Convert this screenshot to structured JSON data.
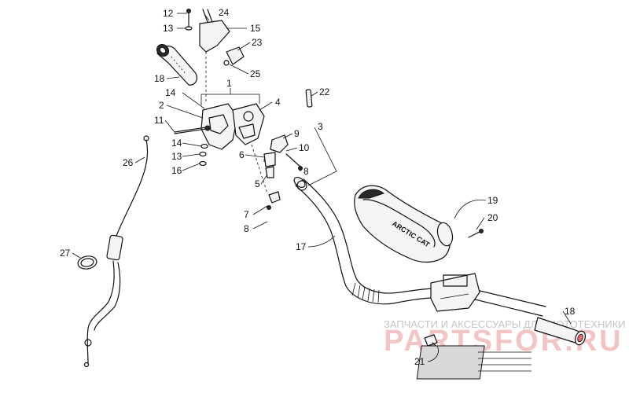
{
  "diagram": {
    "callouts": [
      {
        "id": "12",
        "label": "12"
      },
      {
        "id": "24",
        "label": "24"
      },
      {
        "id": "13a",
        "label": "13"
      },
      {
        "id": "15",
        "label": "15"
      },
      {
        "id": "23",
        "label": "23"
      },
      {
        "id": "25",
        "label": "25"
      },
      {
        "id": "18a",
        "label": "18"
      },
      {
        "id": "1",
        "label": "1"
      },
      {
        "id": "14a",
        "label": "14"
      },
      {
        "id": "2",
        "label": "2"
      },
      {
        "id": "4",
        "label": "4"
      },
      {
        "id": "22",
        "label": "22"
      },
      {
        "id": "3",
        "label": "3"
      },
      {
        "id": "11",
        "label": "11"
      },
      {
        "id": "9",
        "label": "9"
      },
      {
        "id": "14b",
        "label": "14"
      },
      {
        "id": "10",
        "label": "10"
      },
      {
        "id": "13b",
        "label": "13"
      },
      {
        "id": "6",
        "label": "6"
      },
      {
        "id": "16",
        "label": "16"
      },
      {
        "id": "8a",
        "label": "8"
      },
      {
        "id": "26",
        "label": "26"
      },
      {
        "id": "5",
        "label": "5"
      },
      {
        "id": "19",
        "label": "19"
      },
      {
        "id": "20",
        "label": "20"
      },
      {
        "id": "7",
        "label": "7"
      },
      {
        "id": "8b",
        "label": "8"
      },
      {
        "id": "17",
        "label": "17"
      },
      {
        "id": "27",
        "label": "27"
      },
      {
        "id": "18b",
        "label": "18"
      },
      {
        "id": "21",
        "label": "21"
      }
    ],
    "pad_text": "ARCTIC CAT",
    "watermark_line": "ЗАПЧАСТИ И АКСЕССУАРЫ ДЛЯ МОТОТЕХНИКИ",
    "watermark_logo": "PARTSFOR.RU",
    "colors": {
      "ink": "#111111",
      "watermark_text": "#c4c4c4",
      "watermark_logo": "#f3c4c4"
    }
  }
}
